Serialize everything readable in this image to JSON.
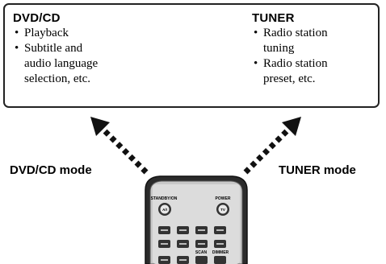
{
  "dvd_section": {
    "title": "DVD/CD",
    "items": [
      "Playback",
      "Subtitle and audio language selection, etc."
    ],
    "item_lines": [
      "Playback",
      "Subtitle and",
      "audio language",
      "selection, etc."
    ]
  },
  "tuner_section": {
    "title": "TUNER",
    "items": [
      "Radio station tuning",
      "Radio station preset, etc."
    ],
    "item_lines": [
      "Radio station",
      "tuning",
      "Radio station",
      "preset, etc."
    ]
  },
  "modes": {
    "left": "DVD/CD mode",
    "right": "TUNER mode"
  },
  "remote": {
    "standby_label": "STANDBY/ON",
    "standby_button": "A/I",
    "power_label": "POWER",
    "power_button": "TV",
    "scan_label": "SCAN",
    "dimmer_label": "DIMMER"
  }
}
